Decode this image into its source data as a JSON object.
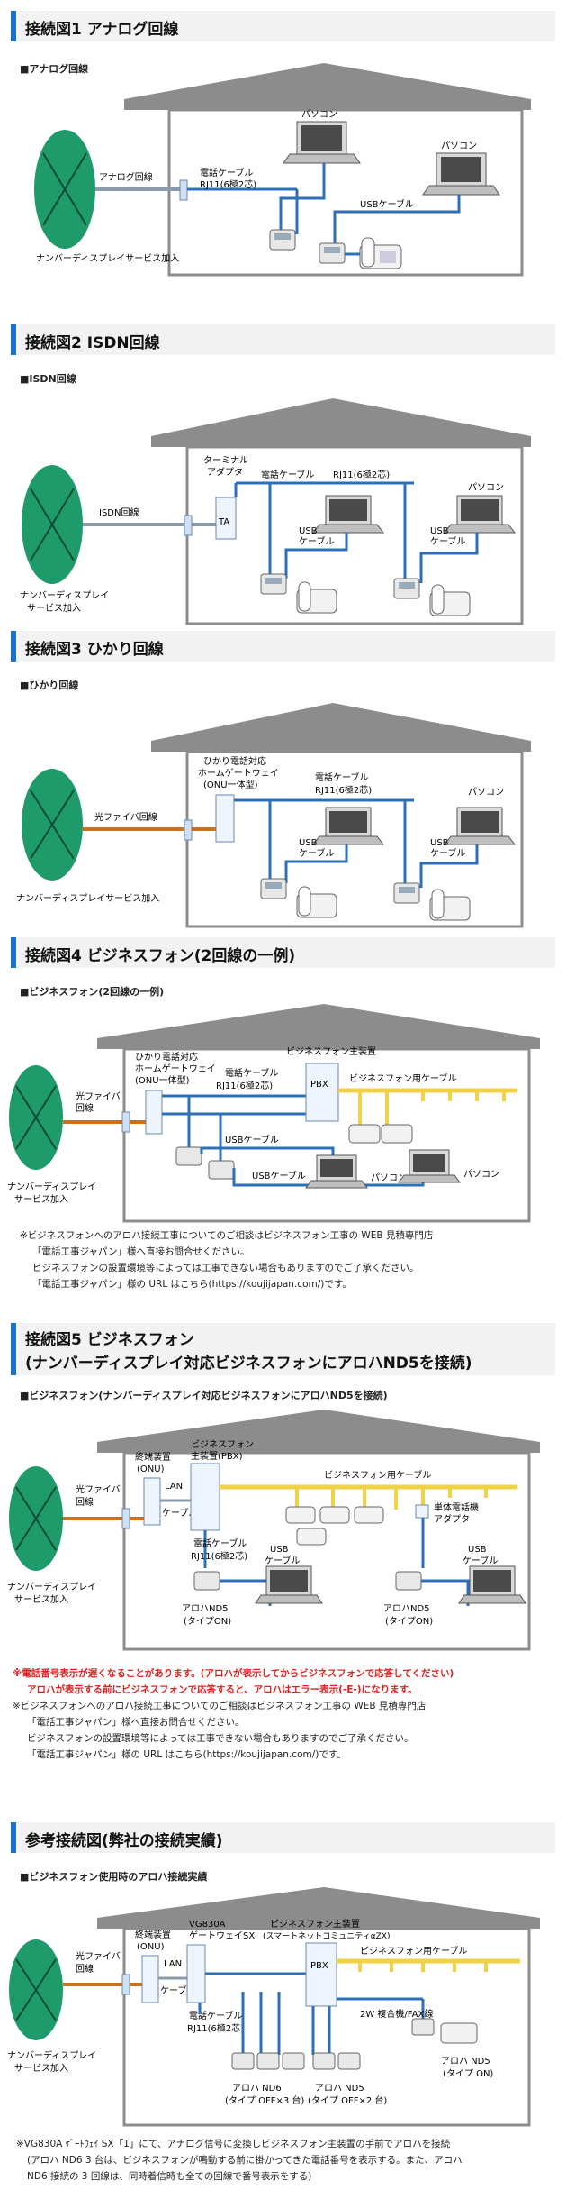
{
  "common": {
    "service_line1": "ナンバーディスプレイサービス加入",
    "service_two_a": "ナンバーディスプレイ",
    "service_two_b": "サービス加入",
    "pasokon": "パソコン",
    "usb_cable": "USBケーブル",
    "usb": "USB",
    "cable": "ケーブル",
    "phone_cable": "電話ケーブル",
    "rj11": "RJ11(6極2芯)",
    "optical_a": "光ファイバ",
    "optical_b": "回線",
    "bp_cable": "ビジネスフォン用ケーブル",
    "pbx": "PBX",
    "lan": "LAN",
    "terminal_a": "終端装置",
    "terminal_b": "(ONU)",
    "gw_a": "ひかり電話対応",
    "gw_b": "ホームゲートウェイ",
    "gw_c": "(ONU一体型)"
  },
  "d1": {
    "title": "接続図1 アナログ回線",
    "sub": "■アナログ回線",
    "line": "アナログ回線"
  },
  "d2": {
    "title": "接続図2 ISDN回線",
    "sub": "■ISDN回線",
    "line": "ISDN回線",
    "ta_a": "ターミナル",
    "ta_b": "アダプタ",
    "ta": "TA"
  },
  "d3": {
    "title": "接続図3 ひかり回線",
    "sub": "■ひかり回線",
    "line": "光ファイバ回線"
  },
  "d4": {
    "title": "接続図4 ビジネスフォン(2回線の一例)",
    "sub": "■ビジネスフォン(2回線の一例)",
    "main_unit": "ビジネスフォン主装置",
    "note1": "※ビジネスフォンへのアロハ接続工事についてのご相談はビジネスフォン工事の WEB 見積専門店",
    "note2": "「電話工事ジャパン」様へ直接お問合せください。",
    "note3": "ビジネスフォンの設置環境等によっては工事できない場合もありますのでご了承ください。",
    "note4": "「電話工事ジャパン」様の URL はこちら(https://koujijapan.com/)です。"
  },
  "d5": {
    "title_a": "接続図5 ビジネスフォン",
    "title_b": "(ナンバーディスプレイ対応ビジネスフォンにアロハND5を接続)",
    "sub": "■ビジネスフォン(ナンバーディスプレイ対応ビジネスフォンにアロハND5を接続)",
    "main_unit_a": "ビジネスフォン",
    "main_unit_b": "主装置(PBX)",
    "single_a": "単体電話機",
    "single_b": "アダプタ",
    "aloha_a": "アロハND5",
    "aloha_b": "(タイプON)",
    "red1": "※電話番号表示が遅くなることがあります。(アロハが表示してからビジネスフォンで応答してください)",
    "red2": "アロハが表示する前にビジネスフォンで応答すると、アロハはエラー表示(-E-)になります。",
    "note1": "※ビジネスフォンへのアロハ接続工事についてのご相談はビジネスフォン工事の WEB 見積専門店",
    "note2": "「電話工事ジャパン」様へ直接お問合せください。",
    "note3": "ビジネスフォンの設置環境等によっては工事できない場合もありますのでご了承ください。",
    "note4": "「電話工事ジャパン」様の URL はこちら(https://koujijapan.com/)です。"
  },
  "d6": {
    "title": "参考接続図(弊社の接続実績)",
    "sub": "■ビジネスフォン使用時のアロハ接続実績",
    "vg_a": "VG830A",
    "vg_b": "ゲートウェイSX",
    "main_unit_a": "ビジネスフォン主装置",
    "main_unit_b": "(スマートネットコミュニティαZX)",
    "fax": "2W 複合機/FAX線",
    "nd6_a": "アロハ ND6",
    "nd6_b": "(タイプ OFF×3 台)",
    "nd5_a": "アロハ ND5",
    "nd5_b": "(タイプ OFF×2 台)",
    "nd5on_a": "アロハ ND5",
    "nd5on_b": "(タイプ ON)",
    "note1": "※VG830A ｹﾞｰﾄｳｪｲ SX「1」にて、アナログ信号に変換しビジネスフォン主装置の手前でアロハを接続",
    "note2": "(アロハ ND6 3 台は、ビジネスフォンが鳴動する前に掛かってきた電話番号を表示する。また、アロハ",
    "note3": "ND6 接続の 3 回線は、同時着信時も全ての回線で番号表示をする)"
  },
  "colors": {
    "accent": "#1a73c6",
    "globe": "#1f9a6b",
    "roof": "#8c8c8c",
    "cable_blue": "#2f6fb5",
    "cable_gray": "#8a9aaa",
    "fiber": "#c8701e",
    "bp_yellow": "#f0d24a"
  }
}
